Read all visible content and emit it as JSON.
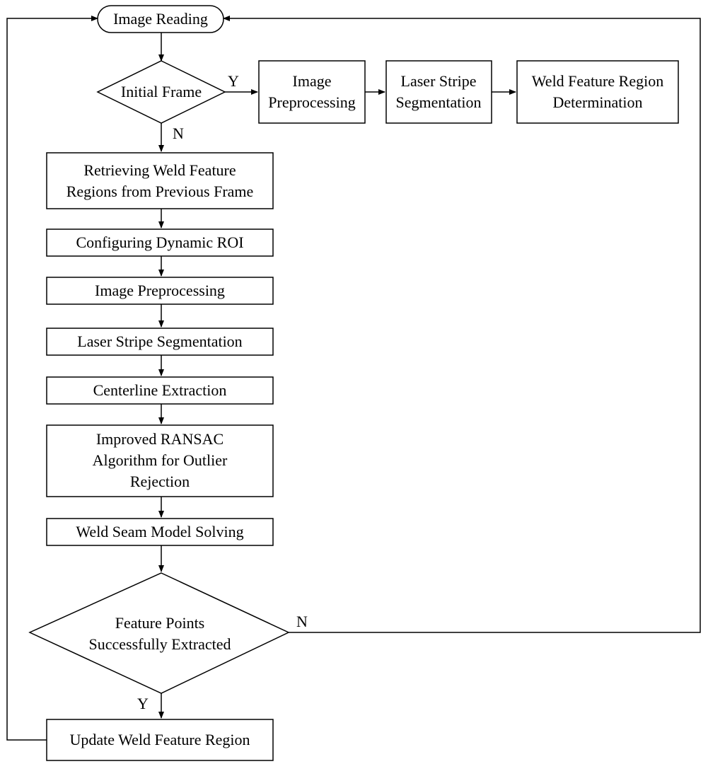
{
  "diagram": {
    "nodes": {
      "start": {
        "lines": [
          "Image Reading"
        ]
      },
      "initial_frame": {
        "lines": [
          "Initial Frame"
        ]
      },
      "image_preprocessing_a": {
        "lines": [
          "Image",
          "Preprocessing"
        ]
      },
      "laser_stripe_segmentation_a": {
        "lines": [
          "Laser Stripe",
          "Segmentation"
        ]
      },
      "weld_feature_region_determination": {
        "lines": [
          "Weld Feature Region",
          "Determination"
        ]
      },
      "retrieving_regions": {
        "lines": [
          "Retrieving Weld Feature",
          "Regions from Previous Frame"
        ]
      },
      "configuring_roi": {
        "lines": [
          "Configuring Dynamic ROI"
        ]
      },
      "image_preprocessing_b": {
        "lines": [
          "Image Preprocessing"
        ]
      },
      "laser_stripe_segmentation_b": {
        "lines": [
          "Laser Stripe Segmentation"
        ]
      },
      "centerline_extraction": {
        "lines": [
          "Centerline Extraction"
        ]
      },
      "improved_ransac": {
        "lines": [
          "Improved RANSAC",
          "Algorithm for Outlier",
          "Rejection"
        ]
      },
      "weld_seam_model": {
        "lines": [
          "Weld Seam Model Solving"
        ]
      },
      "feature_points_check": {
        "lines": [
          "Feature Points",
          "Successfully Extracted"
        ]
      },
      "update_region": {
        "lines": [
          "Update Weld Feature Region"
        ]
      }
    },
    "edge_labels": {
      "initial_yes": "Y",
      "initial_no": "N",
      "feature_no": "N",
      "feature_yes": "Y"
    }
  }
}
